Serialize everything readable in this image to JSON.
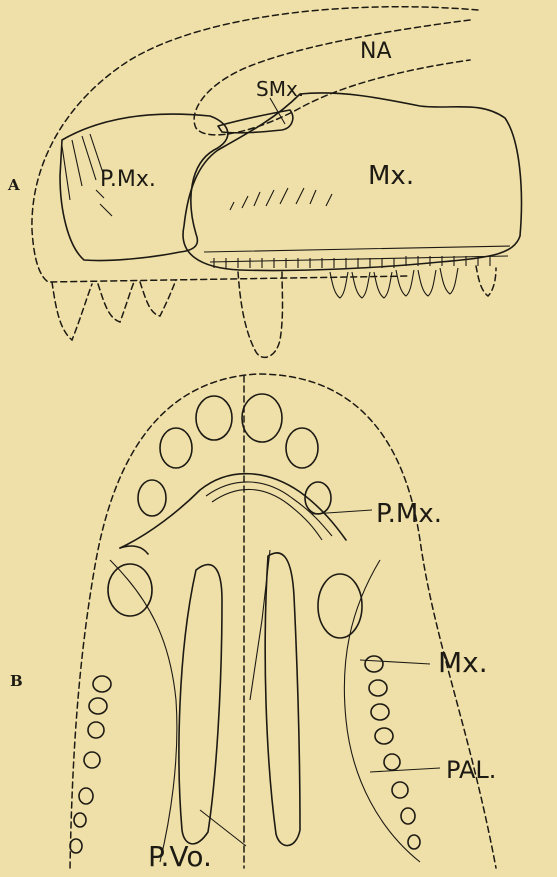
{
  "panels": [
    {
      "id": "A",
      "label": "A"
    },
    {
      "id": "B",
      "label": "B"
    }
  ],
  "labels_a": {
    "na": "NA",
    "smx": "SMx.",
    "pmx": "P.Mx.",
    "mx": "Mx."
  },
  "labels_b": {
    "pmx": "P.Mx.",
    "mx": "Mx.",
    "pal": "PAL.",
    "pvo": "P.Vo."
  },
  "colors": {
    "paper": "#efe0a9",
    "ink": "#1d1a14"
  }
}
